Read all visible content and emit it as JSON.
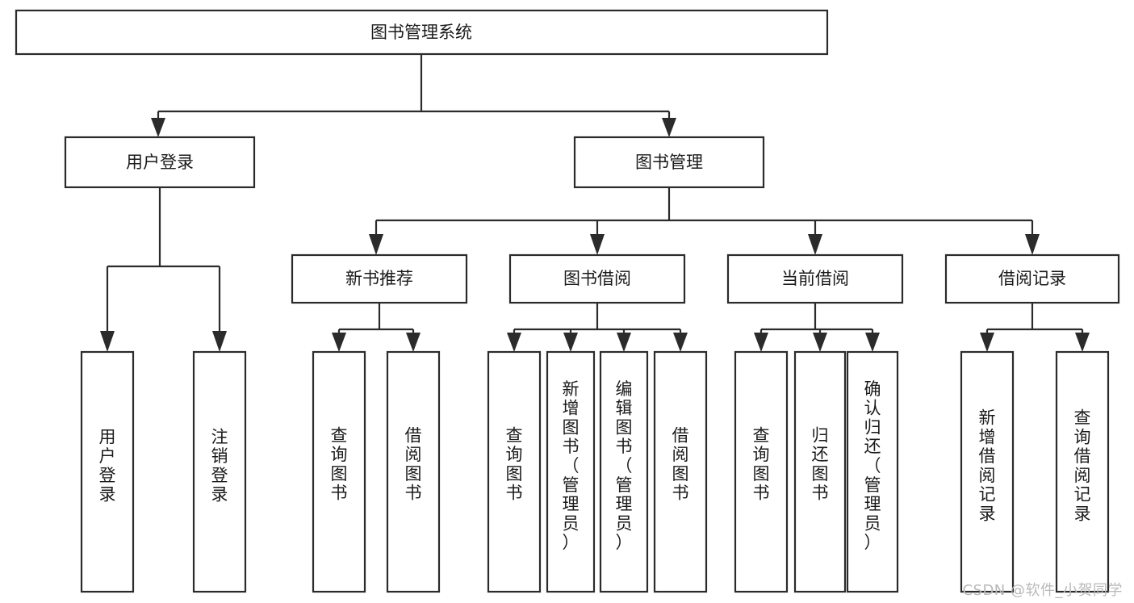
{
  "diagram": {
    "title": "图书管理系统",
    "type": "tree-hierarchy",
    "orientation": "top-down",
    "root": {
      "id": "root",
      "label": "图书管理系统",
      "text_orientation": "horizontal"
    },
    "level2": [
      {
        "id": "user-login",
        "label": "用户登录",
        "text_orientation": "horizontal"
      },
      {
        "id": "book-manage",
        "label": "图书管理",
        "text_orientation": "horizontal"
      }
    ],
    "level3": [
      {
        "id": "new-book-recommend",
        "label": "新书推荐",
        "parent": "book-manage",
        "text_orientation": "horizontal"
      },
      {
        "id": "book-borrow",
        "label": "图书借阅",
        "parent": "book-manage",
        "text_orientation": "horizontal"
      },
      {
        "id": "current-borrow",
        "label": "当前借阅",
        "parent": "book-manage",
        "text_orientation": "horizontal"
      },
      {
        "id": "borrow-record",
        "label": "借阅记录",
        "parent": "book-manage",
        "text_orientation": "horizontal"
      }
    ],
    "leaves": [
      {
        "id": "leaf-user-login",
        "label": "用户登录",
        "parent": "user-login",
        "text_orientation": "vertical"
      },
      {
        "id": "leaf-user-logout",
        "label": "注销登录",
        "parent": "user-login",
        "text_orientation": "vertical"
      },
      {
        "id": "leaf-query-book-1",
        "label": "查询图书",
        "parent": "new-book-recommend",
        "text_orientation": "vertical"
      },
      {
        "id": "leaf-borrow-book-1",
        "label": "借阅图书",
        "parent": "new-book-recommend",
        "text_orientation": "vertical"
      },
      {
        "id": "leaf-query-book-2",
        "label": "查询图书",
        "parent": "book-borrow",
        "text_orientation": "vertical"
      },
      {
        "id": "leaf-add-book",
        "label": "新增图书（管理员）",
        "parent": "book-borrow",
        "text_orientation": "vertical"
      },
      {
        "id": "leaf-edit-book",
        "label": "编辑图书（管理员）",
        "parent": "book-borrow",
        "text_orientation": "vertical"
      },
      {
        "id": "leaf-borrow-book-2",
        "label": "借阅图书",
        "parent": "book-borrow",
        "text_orientation": "vertical"
      },
      {
        "id": "leaf-query-book-3",
        "label": "查询图书",
        "parent": "current-borrow",
        "text_orientation": "vertical"
      },
      {
        "id": "leaf-return-book",
        "label": "归还图书",
        "parent": "current-borrow",
        "text_orientation": "vertical"
      },
      {
        "id": "leaf-confirm-return",
        "label": "确认归还（管理员）",
        "parent": "current-borrow",
        "text_orientation": "vertical"
      },
      {
        "id": "leaf-add-record",
        "label": "新增借阅记录",
        "parent": "borrow-record",
        "text_orientation": "vertical"
      },
      {
        "id": "leaf-query-record",
        "label": "查询借阅记录",
        "parent": "borrow-record",
        "text_orientation": "vertical"
      }
    ],
    "colors": {
      "box_stroke": "#2b2b2b",
      "box_fill": "#ffffff",
      "text": "#1a1a1a",
      "connector": "#2b2b2b",
      "background": "#ffffff",
      "watermark": "#b9b9b9"
    }
  },
  "watermark": {
    "text": "CSDN @软件_小贺同学"
  }
}
